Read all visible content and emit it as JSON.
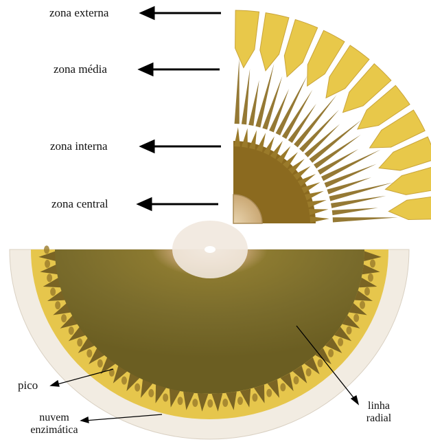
{
  "labels": {
    "outer_zone": "zona externa",
    "middle_zone": "zona média",
    "inner_zone": "zona interna",
    "central_zone": "zona central",
    "peak": "pico",
    "enzymatic_cloud_line1": "nuvem",
    "enzymatic_cloud_line2": "enzimática",
    "radial_line_line1": "linha",
    "radial_line_line2": "radial"
  },
  "colors": {
    "yellow": "#e8c84a",
    "light_yellow": "#f3e08a",
    "brown": "#8a6a1e",
    "dark_brown": "#6b5418",
    "olive": "#7a6a2a",
    "paper": "#f4efe6"
  }
}
